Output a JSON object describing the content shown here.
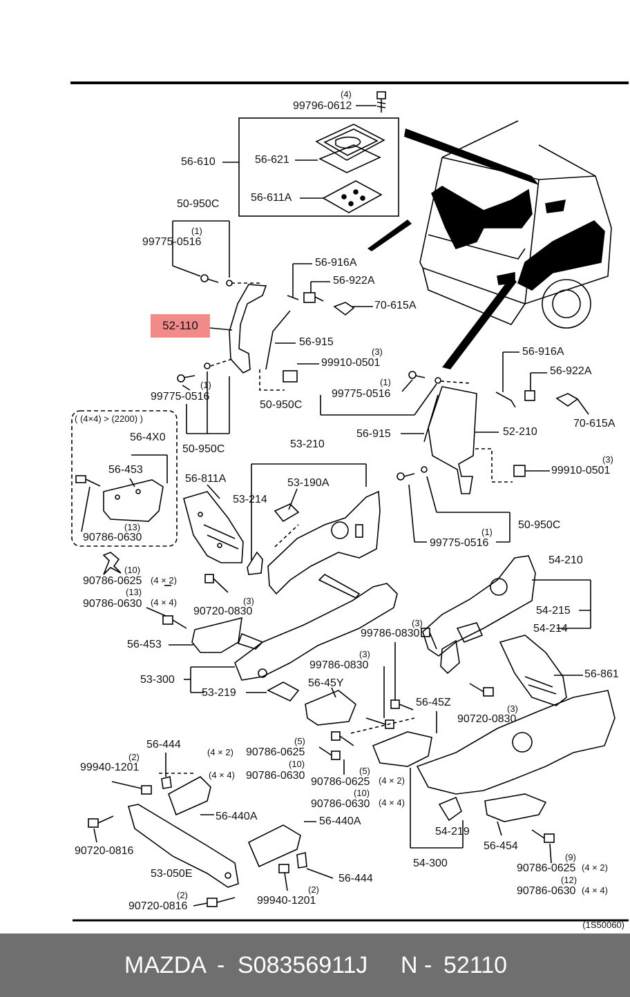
{
  "labels": {
    "99796_0612": "99796-0612",
    "q4_top": "(4)",
    "56_610": "56-610",
    "56_621": "56-621",
    "56_611A": "56-611A",
    "50_950C_a": "50-950C",
    "q1_a": "(1)",
    "99775_0516_a": "99775-0516",
    "56_916A_a": "56-916A",
    "56_922A_a": "56-922A",
    "70_615A_a": "70-615A",
    "52_110": "52-110",
    "56_915_a": "56-915",
    "q3_a": "(3)",
    "99910_0501_a": "99910-0501",
    "99775_0516_b": "99775-0516",
    "q1_b": "(1)",
    "q1_c": "(1)",
    "99775_0516_c": "99775-0516",
    "50_950C_b": "50-950C",
    "50_950C_c": "50-950C",
    "56_916A_b": "56-916A",
    "56_922A_b": "56-922A",
    "70_615A_b": "70-615A",
    "56_915_b": "56-915",
    "52_210": "52-210",
    "q3_b": "(3)",
    "99910_0501_b": "99910-0501",
    "cond_4x4": "( (4×4) > (2200) )",
    "56_4X0": "56-4X0",
    "56_453_a": "56-453",
    "q13_a": "(13)",
    "90786_0630_a": "90786-0630",
    "53_210": "53-210",
    "56_811A": "56-811A",
    "53_190A": "53-190A",
    "53_214": "53-214",
    "q1_d": "(1)",
    "99775_0516_d": "99775-0516",
    "50_950C_d": "50-950C",
    "54_210": "54-210",
    "54_215": "54-215",
    "54_214": "54-214",
    "q10_a": "(10)",
    "90786_0625_a": "90786-0625",
    "x42_a": "(4 × 2)",
    "q13_b": "(13)",
    "90786_0630_b": "90786-0630",
    "x44_a": "(4 × 4)",
    "q3_c": "(3)",
    "90720_0830_a": "90720-0830",
    "q3_d": "(3)",
    "99786_0830_a": "99786-0830",
    "56_453_b": "56-453",
    "53_300": "53-300",
    "53_219": "53-219",
    "q3_e": "(3)",
    "99786_0830_b": "99786-0830",
    "56_45Y": "56-45Y",
    "56_45Z": "56-45Z",
    "56_861": "56-861",
    "q3_f": "(3)",
    "90720_0830_b": "90720-0830",
    "56_444_a": "56-444",
    "q2_a": "(2)",
    "99940_1201_a": "99940-1201",
    "q5_a": "(5)",
    "x42_b": "(4 × 2)",
    "90786_0625_b": "90786-0625",
    "q10_b": "(10)",
    "x44_b": "(4 × 4)",
    "90786_0630_c": "90786-0630",
    "q5_b": "(5)",
    "90786_0625_c": "90786-0625",
    "x42_c": "(4 × 2)",
    "q10_c": "(10)",
    "90786_0630_d": "90786-0630",
    "x44_c": "(4 × 4)",
    "56_440A_a": "56-440A",
    "56_440A_b": "56-440A",
    "90720_0816_a": "90720-0816",
    "53_050E": "53-050E",
    "54_219": "54-219",
    "54_300": "54-300",
    "56_454": "56-454",
    "56_444_b": "56-444",
    "q2_b": "(2)",
    "99940_1201_b": "99940-1201",
    "q2_c": "(2)",
    "90720_0816_b": "90720-0816",
    "q9": "(9)",
    "90786_0625_d": "90786-0625",
    "x42_d": "(4 × 2)",
    "q12": "(12)",
    "90786_0630_e": "90786-0630",
    "x44_d": "(4 × 4)"
  },
  "diagram_code": "(1S50060)",
  "footer": {
    "brand": "MAZDA",
    "sep1": "-",
    "part_number": "S08356911J",
    "n_label": "N",
    "sep2": "-",
    "ref_number": "52110"
  }
}
